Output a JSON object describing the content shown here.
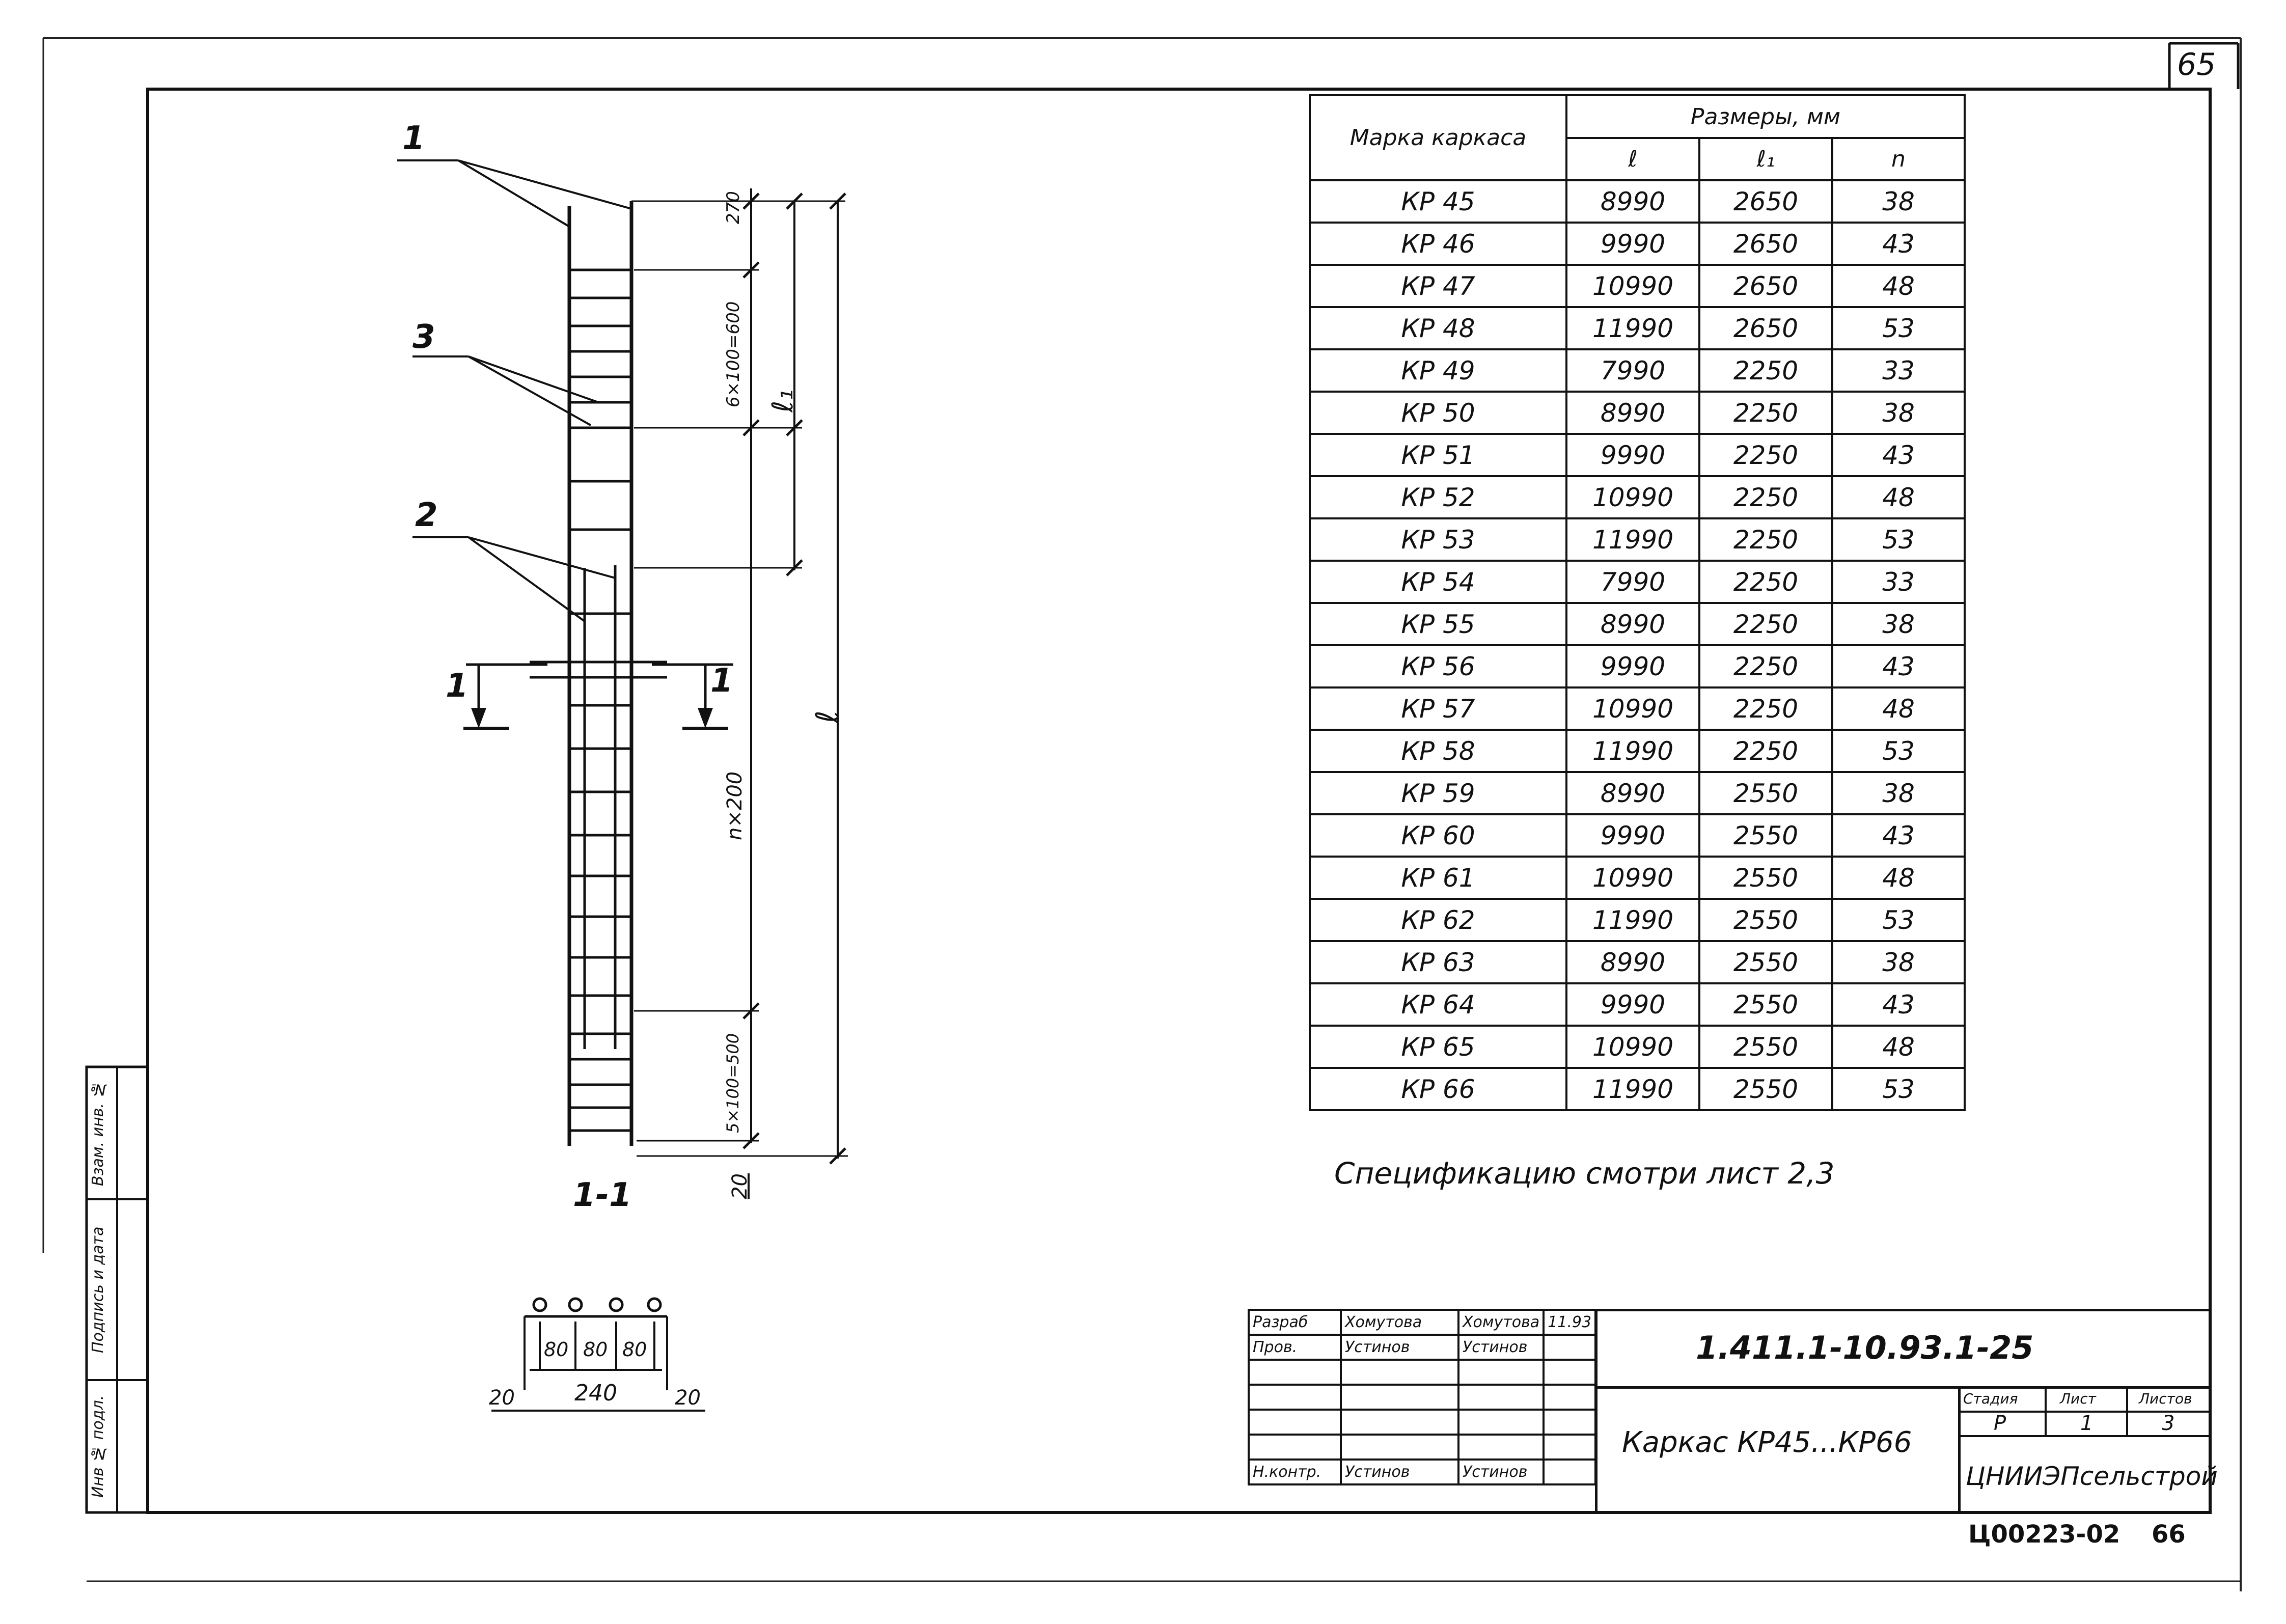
{
  "sheet_number": "65",
  "table": {
    "header_mark": "Марка каркаса",
    "header_sizes": "Размеры, мм",
    "sub_headers": [
      "ℓ",
      "ℓ₁",
      "n"
    ],
    "rows": [
      [
        "КР 45",
        "8990",
        "2650",
        "38"
      ],
      [
        "КР 46",
        "9990",
        "2650",
        "43"
      ],
      [
        "КР 47",
        "10990",
        "2650",
        "48"
      ],
      [
        "КР 48",
        "11990",
        "2650",
        "53"
      ],
      [
        "КР 49",
        "7990",
        "2250",
        "33"
      ],
      [
        "КР 50",
        "8990",
        "2250",
        "38"
      ],
      [
        "КР 51",
        "9990",
        "2250",
        "43"
      ],
      [
        "КР 52",
        "10990",
        "2250",
        "48"
      ],
      [
        "КР 53",
        "11990",
        "2250",
        "53"
      ],
      [
        "КР 54",
        "7990",
        "2250",
        "33"
      ],
      [
        "КР 55",
        "8990",
        "2250",
        "38"
      ],
      [
        "КР 56",
        "9990",
        "2250",
        "43"
      ],
      [
        "КР 57",
        "10990",
        "2250",
        "48"
      ],
      [
        "КР 58",
        "11990",
        "2250",
        "53"
      ],
      [
        "КР 59",
        "8990",
        "2550",
        "38"
      ],
      [
        "КР 60",
        "9990",
        "2550",
        "43"
      ],
      [
        "КР 61",
        "10990",
        "2550",
        "48"
      ],
      [
        "КР 62",
        "11990",
        "2550",
        "53"
      ],
      [
        "КР 63",
        "8990",
        "2550",
        "38"
      ],
      [
        "КР 64",
        "9990",
        "2550",
        "43"
      ],
      [
        "КР 65",
        "10990",
        "2550",
        "48"
      ],
      [
        "КР 66",
        "11990",
        "2550",
        "53"
      ]
    ]
  },
  "spec_note": "Спецификацию смотри лист 2,3",
  "drawing": {
    "callout_1": "1",
    "callout_2": "2",
    "callout_3": "3",
    "section_mark_left": "1",
    "section_mark_right": "1",
    "dim_270": "270",
    "dim_top_spacing": "6×100=600",
    "dim_l1": "ℓ₁",
    "dim_l": "ℓ",
    "dim_mid_spacing": "n×200",
    "dim_bottom_spacing": "5×100=500",
    "dim_20": "20",
    "section_label": "1-1",
    "section_dim_80_a": "80",
    "section_dim_80_b": "80",
    "section_dim_80_c": "80",
    "section_dim_240": "240",
    "section_dim_20_left": "20",
    "section_dim_20_right": "20"
  },
  "side_stamp": {
    "inv_podl": "Инв № подл.",
    "podpis_data": "Подпись и дата",
    "vzam_inv": "Взам. инв. №"
  },
  "title_block": {
    "razrab_role": "Разраб",
    "razrab_name": "Хомутова",
    "razrab_sign": "Хомутова",
    "razrab_date": "11.93",
    "prov_role": "Пров.",
    "prov_name": "Устинов",
    "prov_sign": "Устинов",
    "nkontr_role": "Н.контр.",
    "nkontr_name": "Устинов",
    "nkontr_sign": "Устинов",
    "doc_code": "1.411.1-10.93.1-25",
    "item_name": "Каркас КР45...КР66",
    "stadia_label": "Стадия",
    "list_label": "Лист",
    "listov_label": "Листов",
    "stadia_value": "Р",
    "list_value": "1",
    "listov_value": "3",
    "org": "ЦНИИЭПсельстрой",
    "archive_code": "Ц00223-02",
    "archive_page": "66"
  }
}
